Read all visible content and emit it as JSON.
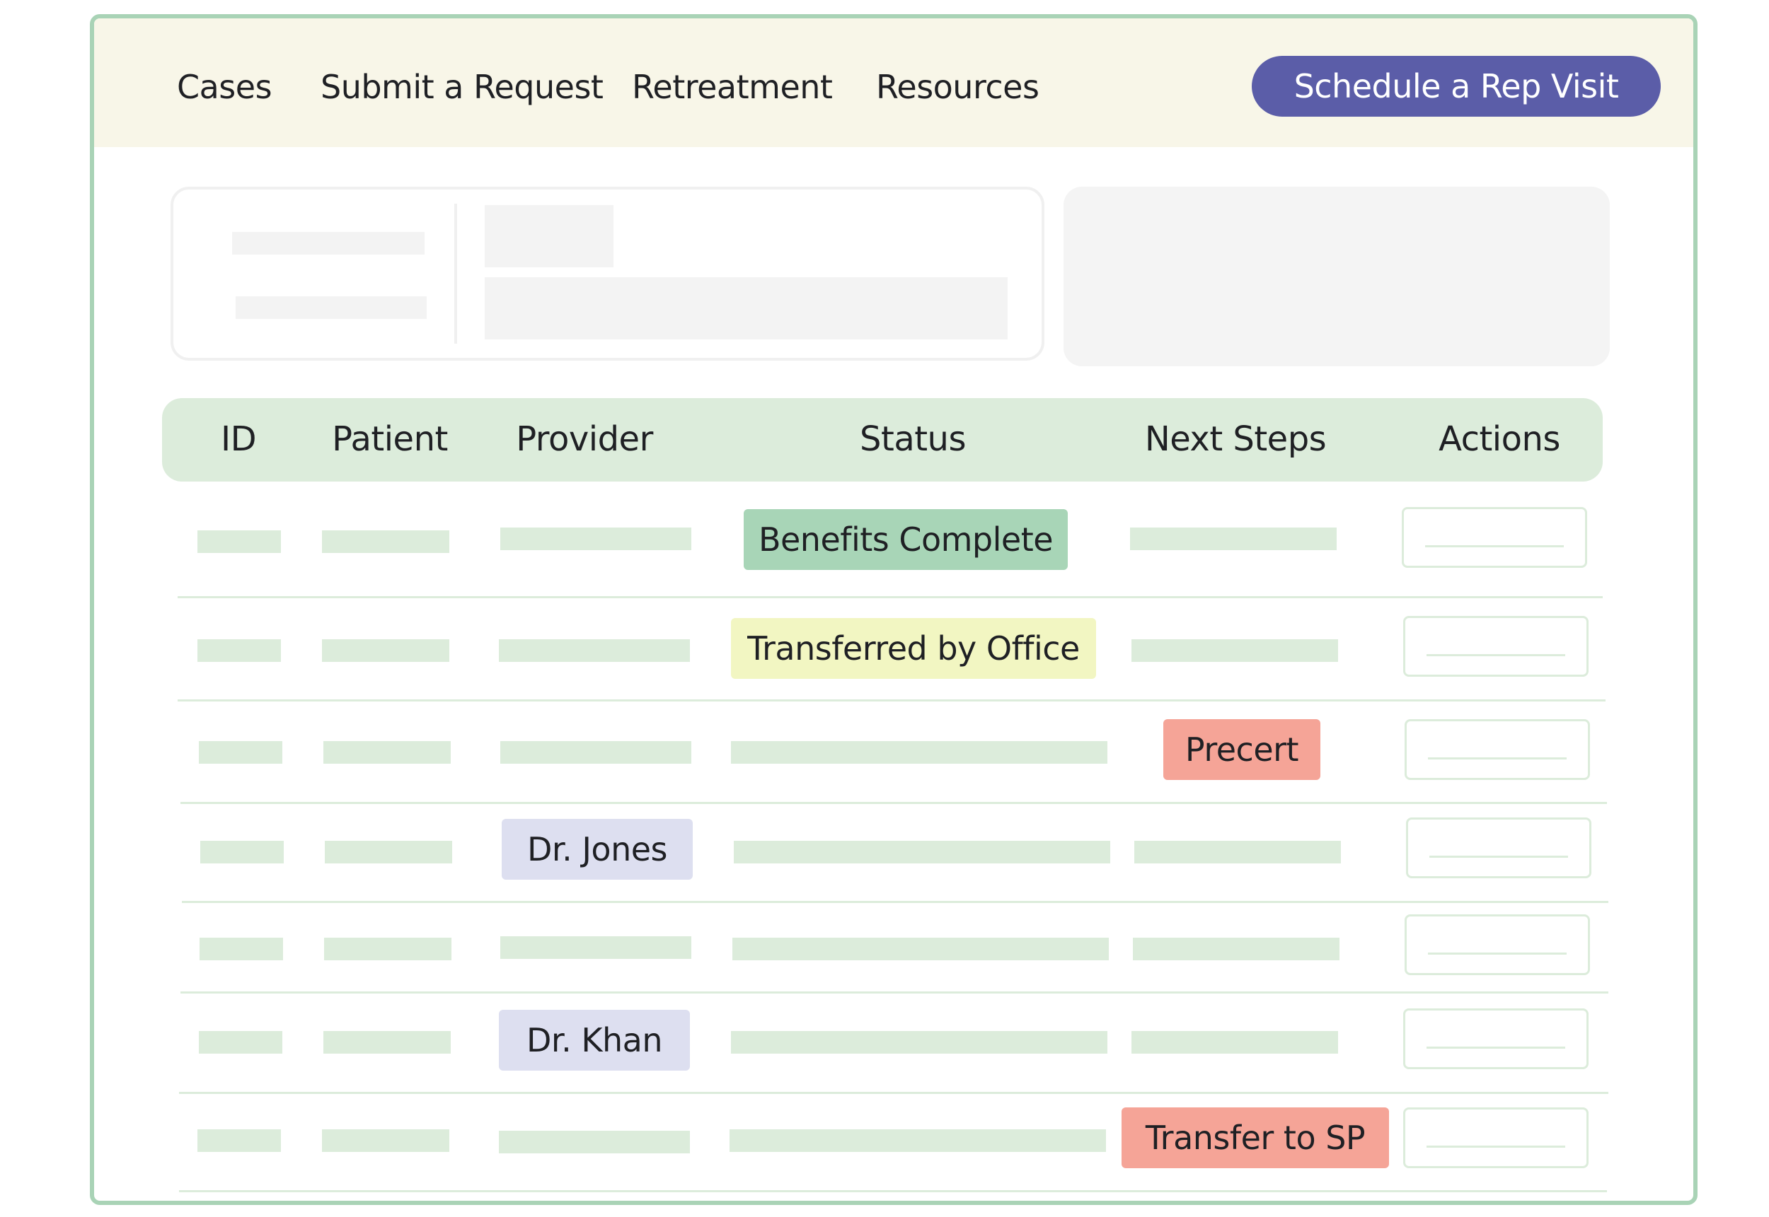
{
  "nav": {
    "links": [
      "Cases",
      "Submit a Request",
      "Retreatment",
      "Resources"
    ],
    "cta_label": "Schedule a Rep Visit"
  },
  "table": {
    "headers": [
      "ID",
      "Patient",
      "Provider",
      "Status",
      "Next Steps",
      "Actions"
    ],
    "rows": [
      {
        "status": "Benefits Complete"
      },
      {
        "status": "Transferred by Office"
      },
      {
        "next_step": "Precert"
      },
      {
        "provider": "Dr. Jones"
      },
      {},
      {
        "provider": "Dr. Khan"
      },
      {
        "next_step": "Transfer to SP"
      }
    ]
  },
  "colors": {
    "frame_border": "#a9d3b6",
    "nav_background": "#f8f6e8",
    "cta_background": "#5b5da8",
    "header_background": "#dcecdb",
    "status_complete": "#a8d5b7",
    "status_transferred": "#f2f6c2",
    "next_step_alert": "#f5a497",
    "provider_tag": "#dddff0"
  }
}
